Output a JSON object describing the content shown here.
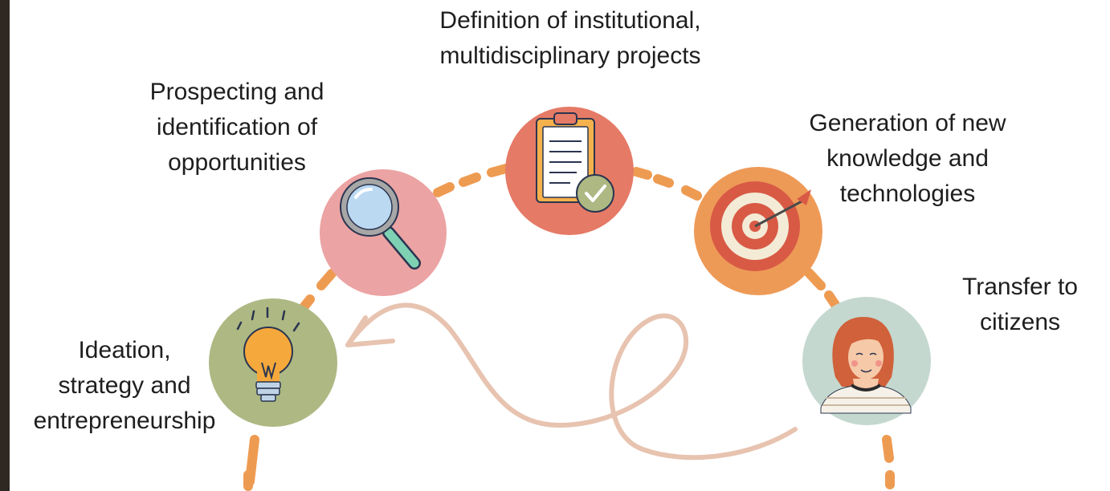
{
  "colors": {
    "dash": "#ee9b52",
    "swirl": "#e7c3b0",
    "circle_ideation": "#adb883",
    "circle_prospecting": "#eba3a3",
    "circle_definition": "#e57a66",
    "circle_generation": "#ee9a57",
    "circle_transfer": "#c4d8cf"
  },
  "icons": {
    "ideation": "lightbulb-icon",
    "prospecting": "magnifying-glass-icon",
    "definition": "clipboard-check-icon",
    "generation": "target-icon",
    "transfer": "person-icon"
  },
  "steps": {
    "ideation": {
      "line1": "Ideation,",
      "line2": "strategy and",
      "line3": "entrepreneurship"
    },
    "prospecting": {
      "line1": "Prospecting and",
      "line2": "identification of",
      "line3": "opportunities"
    },
    "definition": {
      "line1": "Definition of institutional,",
      "line2": "multidisciplinary projects"
    },
    "generation": {
      "line1": "Generation of new",
      "line2": "knowledge and",
      "line3": "technologies"
    },
    "transfer": {
      "line1": "Transfer to",
      "line2": "citizens"
    }
  }
}
